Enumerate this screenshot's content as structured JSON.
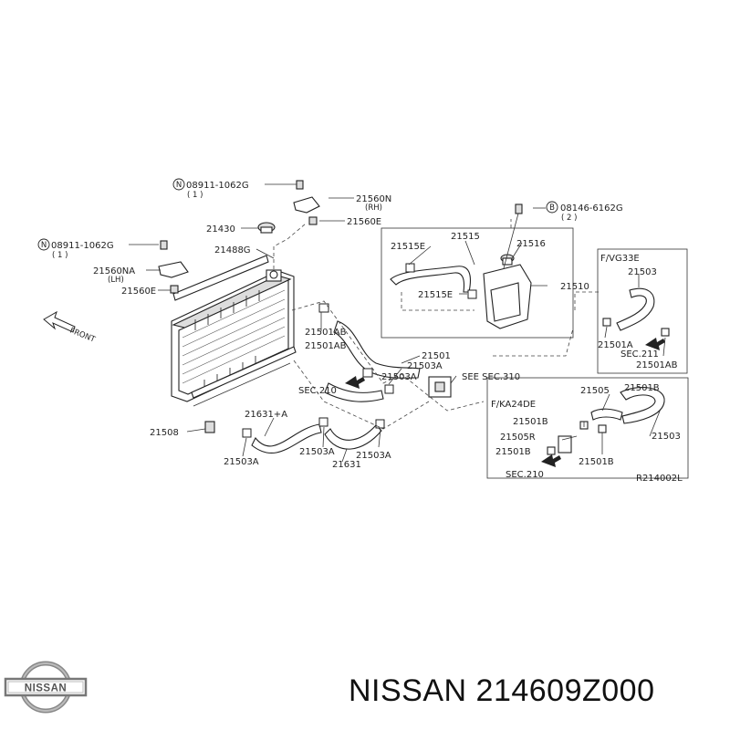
{
  "diagram": {
    "labels": {
      "n08911_top": "08911-1062G",
      "n08911_top_qty": "( 1 )",
      "l21560N": "21560N",
      "l21560N_sub": "(RH)",
      "l21560E_top": "21560E",
      "l21430": "21430",
      "l21488G": "21488G",
      "n08911_left": "08911-1062G",
      "n08911_left_qty": "( 1 )",
      "l21560NA": "21560NA",
      "l21560NA_sub": "(LH)",
      "l21560E_left": "21560E",
      "front": "FRONT",
      "l21515E_a": "21515E",
      "l21515": "21515",
      "l21516": "21516",
      "l21515E_b": "21515E",
      "b08146": "08146-6162G",
      "b08146_qty": "( 2 )",
      "l21510": "21510",
      "fvg33e": "F/VG33E",
      "l21503_r": "21503",
      "l21501A_r": "21501A",
      "sec211": "SEC.211",
      "l21501AB_r": "21501AB",
      "l21501AB_a": "21501AB",
      "l21501AB_b": "21501AB",
      "l21501": "21501",
      "l21503A_a": "21503A",
      "l21503A_b": "21503A",
      "see_sec310": "SEE SEC.310",
      "sec210_a": "SEC.210",
      "l21631A": "21631+A",
      "l21508": "21508",
      "l21503A_c": "21503A",
      "l21503A_d": "21503A",
      "l21503A_e": "21503A",
      "l21631": "21631",
      "fka24de": "F/KA24DE",
      "l21505": "21505",
      "l21501B_a": "21501B",
      "l21501B_b": "21501B",
      "l21505R": "21505R",
      "l21501B_c": "21501B",
      "l21501B_d": "21501B",
      "l21503_b": "21503",
      "sec210_b": "SEC.210",
      "ref": "R214002L"
    },
    "bolt_marks": {
      "n": "N",
      "b": "B"
    }
  },
  "brand": {
    "logo_text": "NISSAN"
  },
  "caption": {
    "text": "NISSAN 214609Z000"
  }
}
